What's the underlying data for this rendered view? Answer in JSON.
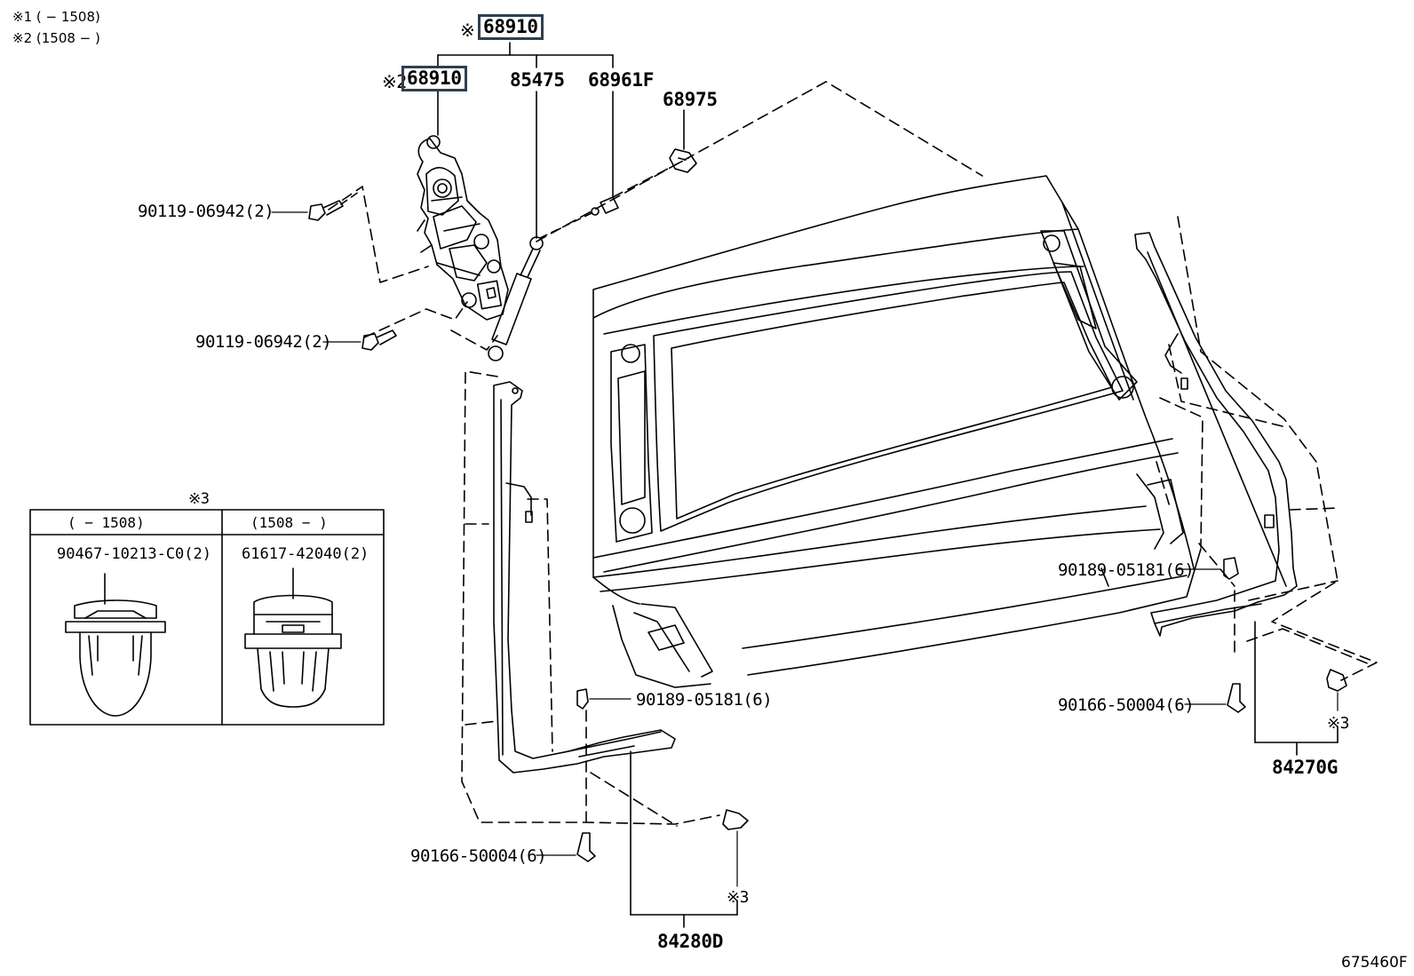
{
  "notes": {
    "note1": "※1 (     − 1508)",
    "note2": "※2 (1508 −     )"
  },
  "callouts": {
    "c68910_top_mark": "※",
    "c68910_top": "68910",
    "c68910_left_mark": "※2",
    "c68910_left": "68910",
    "c85475": "85475",
    "c68961F": "68961F",
    "c68975": "68975",
    "c90119_a": "90119-06942(2)",
    "c90119_b": "90119-06942(2)",
    "c90189_a": "90189-05181(6)",
    "c90189_b": "90189-05181(6)",
    "c90166_a": "90166-50004(6)",
    "c90166_b": "90166-50004(6)",
    "c84280D": "84280D",
    "c84270G": "84270G",
    "ref3_a": "※3",
    "ref3_b": "※3"
  },
  "clip_table": {
    "heading": "※3",
    "col1_period": "(     − 1508)",
    "col2_period": "(1508 −     )",
    "col1_part": "90467-10213-C0(2)",
    "col2_part": "61617-42040(2)"
  },
  "figure_id": "675460F"
}
